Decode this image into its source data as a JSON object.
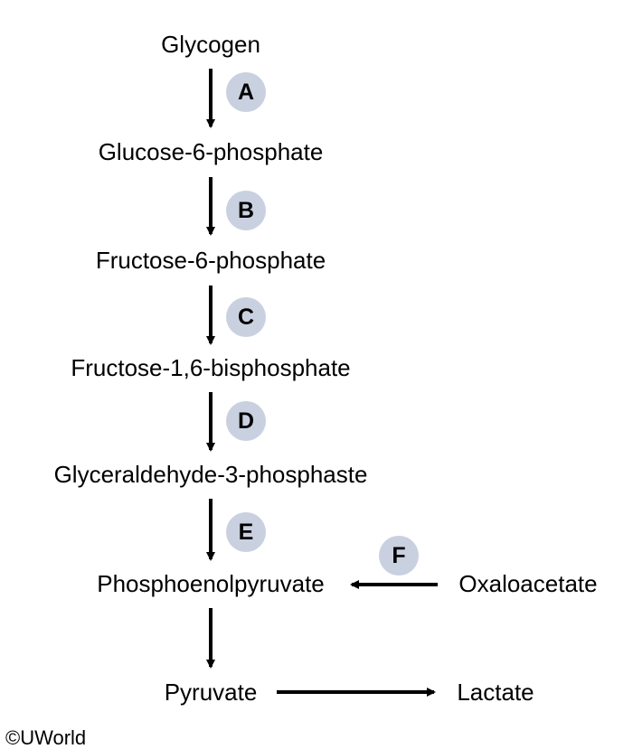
{
  "nodes": {
    "glycogen": "Glycogen",
    "glucose_6_phosphate": "Glucose-6-phosphate",
    "fructose_6_phosphate": "Fructose-6-phosphate",
    "fructose_1_6_bisphosphate": "Fructose-1,6-bisphosphate",
    "glyceraldehyde_3_phosphate": "Glyceraldehyde-3-phosphaste",
    "phosphoenolpyruvate": "Phosphoenolpyruvate",
    "oxaloacetate": "Oxaloacetate",
    "pyruvate": "Pyruvate",
    "lactate": "Lactate"
  },
  "steps": {
    "a": "A",
    "b": "B",
    "c": "C",
    "d": "D",
    "e": "E",
    "f": "F"
  },
  "colors": {
    "badge_fill": "#c9d1e0",
    "arrow": "#000000"
  },
  "credit": "©UWorld"
}
